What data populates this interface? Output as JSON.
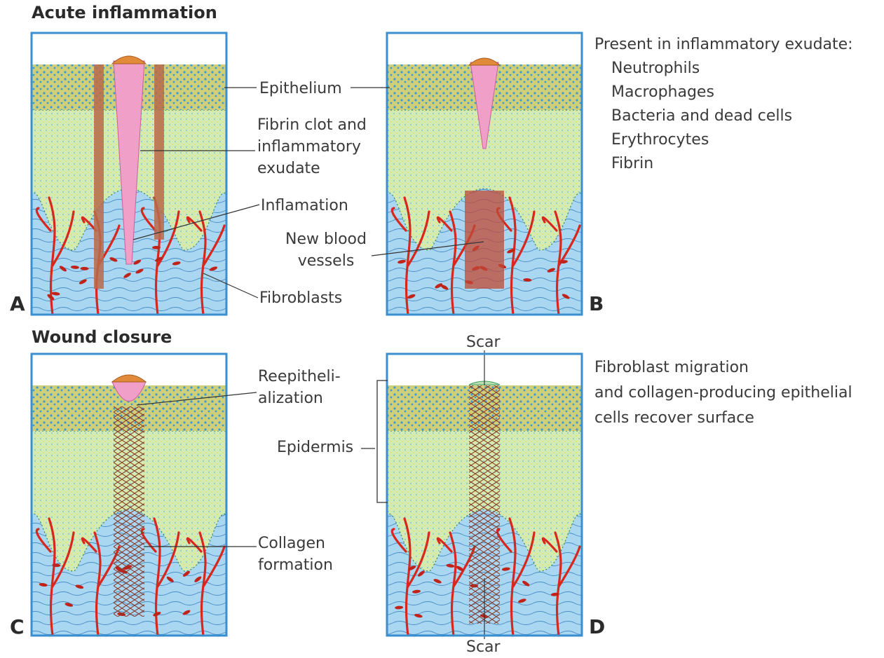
{
  "sections": {
    "acute_inflammation": "Acute inflammation",
    "wound_closure": "Wound closure"
  },
  "panels": {
    "a": "A",
    "b": "B",
    "c": "C",
    "d": "D"
  },
  "labels": {
    "epithelium": "Epithelium",
    "fibrin_clot": [
      "Fibrin clot and",
      "inflammatory",
      "exudate"
    ],
    "inflamation": "Inflamation",
    "new_blood_vessels": [
      "New blood",
      "vessels"
    ],
    "fibroblasts": "Fibroblasts",
    "reepithelialization": [
      "Reepitheli-",
      "alization"
    ],
    "epidermis": "Epidermis",
    "collagen_formation": [
      "Collagen",
      "formation"
    ],
    "scar_top": "Scar",
    "scar_bottom": "Scar"
  },
  "exudate_note": {
    "heading": "Present in inflammatory exudate:",
    "items": [
      "Neutrophils",
      "Macrophages",
      "Bacteria and dead cells",
      "Erythrocytes",
      "Fibrin"
    ]
  },
  "closure_note": [
    "Fibroblast migration",
    "and collagen-producing epithelial",
    "cells recover surface"
  ],
  "colors": {
    "border": "#3a8fd0",
    "epithelium": "#c9c96a",
    "dermis": "#cfe6a8",
    "deep_tissue": "#a8d4ee",
    "blood_vessel": "#d8281e",
    "clot": "#f0a0c8",
    "scab": "#e08a3a",
    "collagen": "#8a3a28"
  }
}
